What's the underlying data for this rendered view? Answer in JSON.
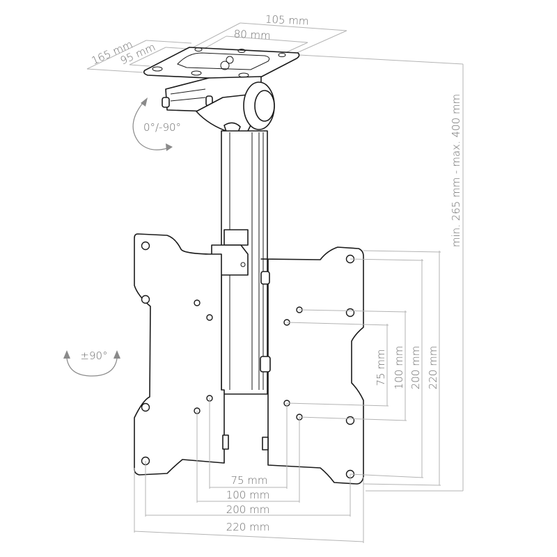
{
  "ceiling_plate": {
    "width_outer": "105 mm",
    "width_inner": "80 mm",
    "depth_outer": "165 mm",
    "depth_inner": "95 mm"
  },
  "tilt_range": "0°/-90°",
  "swivel_range": "±90°",
  "height_range": "min. 265 mm - max. 400 mm",
  "vesa_horizontal": [
    "75 mm",
    "100 mm",
    "200 mm",
    "220 mm"
  ],
  "vesa_vertical": [
    "75 mm",
    "100 mm",
    "200 mm",
    "220 mm"
  ]
}
